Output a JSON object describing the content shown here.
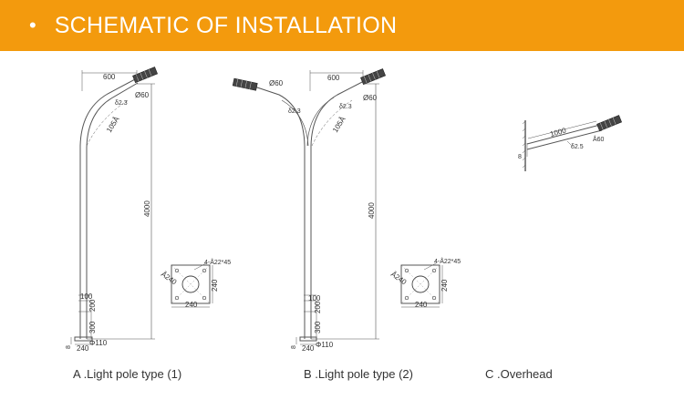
{
  "header": {
    "bullet": "•",
    "title": "SCHEMATIC OF INSTALLATION"
  },
  "diagram_a": {
    "arm_width": "600",
    "arm_pipe": "Ø60",
    "arm_thickness": "δ2.3",
    "arm_angle": "105Å",
    "pole_height": "4000",
    "dim_100": "100",
    "dim_200": "200",
    "dim_300": "300",
    "dim_8": "8",
    "base_width": "240",
    "base_pipe": "Φ110",
    "flange_hole": "4-Å22*45",
    "flange_side": "240",
    "flange_bottom": "240",
    "flange_diag": "Å240",
    "caption": "A .Light pole type (1)"
  },
  "diagram_b": {
    "arm_pipe_left": "Ø60",
    "arm_thickness_left": "δ2.3",
    "arm_width": "600",
    "arm_pipe_right": "Ø60",
    "arm_thickness_right": "δ2.3",
    "arm_angle": "105Å",
    "pole_height": "4000",
    "dim_100": "100",
    "dim_200": "200",
    "dim_300": "300",
    "dim_8": "8",
    "base_width": "240",
    "base_pipe": "Φ110",
    "flange_hole": "4-Å22*45",
    "flange_side": "240",
    "flange_bottom": "240",
    "flange_diag": "Å240",
    "caption": "B .Light pole type (2)"
  },
  "diagram_c": {
    "arm_length": "1000",
    "arm_pipe": "Å60",
    "arm_thickness": "δ2.5",
    "dim_8": "8",
    "caption": "C .Overhead"
  },
  "colors": {
    "header_bg": "#f39a0d",
    "line": "#555555"
  }
}
